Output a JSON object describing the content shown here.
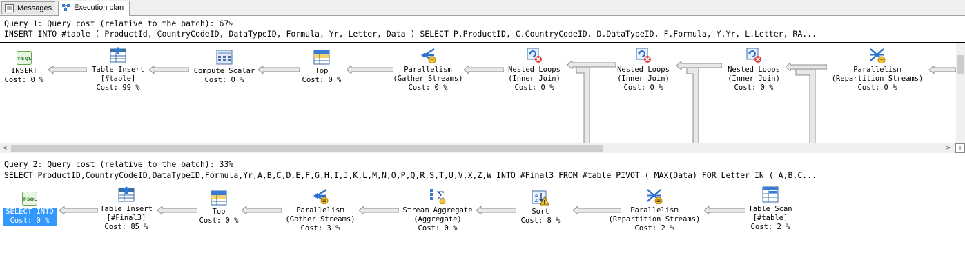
{
  "tabs": [
    {
      "label": "Messages",
      "icon": "messages-icon"
    },
    {
      "label": "Execution plan",
      "icon": "execution-plan-icon"
    }
  ],
  "query1": {
    "header": "Query 1: Query cost (relative to the batch): 67%",
    "sql": "INSERT INTO #table ( ProductId, CountryCodeID, DataTypeID, Formula, Yr, Letter, Data ) SELECT P.ProductID, C.CountryCodeID, D.DataTypeID, F.Formula, Y.Yr, L.Letter, RA...",
    "nodes": [
      {
        "icon": "tsql-icon",
        "title": "INSERT",
        "sub": "",
        "cost": "Cost: 0 %"
      },
      {
        "icon": "table-insert-icon",
        "title": "Table Insert",
        "sub": "[#table]",
        "cost": "Cost: 99 %"
      },
      {
        "icon": "compute-scalar-icon",
        "title": "Compute Scalar",
        "sub": "",
        "cost": "Cost: 0 %"
      },
      {
        "icon": "top-icon",
        "title": "Top",
        "sub": "",
        "cost": "Cost: 0 %"
      },
      {
        "icon": "parallelism-gather-icon",
        "title": "Parallelism",
        "sub": "(Gather Streams)",
        "cost": "Cost: 0 %"
      },
      {
        "icon": "nested-loops-icon",
        "title": "Nested Loops",
        "sub": "(Inner Join)",
        "cost": "Cost: 0 %"
      },
      {
        "icon": "nested-loops-icon",
        "title": "Nested Loops",
        "sub": "(Inner Join)",
        "cost": "Cost: 0 %"
      },
      {
        "icon": "nested-loops-icon",
        "title": "Nested Loops",
        "sub": "(Inner Join)",
        "cost": "Cost: 0 %"
      },
      {
        "icon": "parallelism-repartition-icon",
        "title": "Parallelism",
        "sub": "(Repartition Streams)",
        "cost": "Cost: 0 %"
      }
    ]
  },
  "query2": {
    "header": "Query 2: Query cost (relative to the batch): 33%",
    "sql": "SELECT ProductID,CountryCodeID,DataTypeID,Formula,Yr,A,B,C,D,E,F,G,H,I,J,K,L,M,N,O,P,Q,R,S,T,U,V,X,Z,W INTO #Final3 FROM #table PIVOT ( MAX(Data) FOR Letter IN ( A,B,C...",
    "nodes": [
      {
        "icon": "tsql-icon",
        "title": "SELECT INTO",
        "sub": "",
        "cost": "Cost: 0 %"
      },
      {
        "icon": "table-insert-icon",
        "title": "Table Insert",
        "sub": "[#Final3]",
        "cost": "Cost: 85 %"
      },
      {
        "icon": "top-icon",
        "title": "Top",
        "sub": "",
        "cost": "Cost: 0 %"
      },
      {
        "icon": "parallelism-gather-icon",
        "title": "Parallelism",
        "sub": "(Gather Streams)",
        "cost": "Cost: 3 %"
      },
      {
        "icon": "stream-aggregate-icon",
        "title": "Stream Aggregate",
        "sub": "(Aggregate)",
        "cost": "Cost: 0 %"
      },
      {
        "icon": "sort-icon",
        "title": "Sort",
        "sub": "",
        "cost": "Cost: 8 %"
      },
      {
        "icon": "parallelism-repartition-icon",
        "title": "Parallelism",
        "sub": "(Repartition Streams)",
        "cost": "Cost: 2 %"
      },
      {
        "icon": "table-scan-icon",
        "title": "Table Scan",
        "sub": "[#table]",
        "cost": "Cost: 2 %"
      }
    ]
  },
  "scrollbar": {
    "left": "<",
    "right": ">",
    "up": "^",
    "down": "v",
    "plus": "+"
  },
  "colors": {
    "selection": "#3399ff",
    "arrow_fill": "#e8e8e8",
    "arrow_stroke": "#8c8c8c"
  }
}
